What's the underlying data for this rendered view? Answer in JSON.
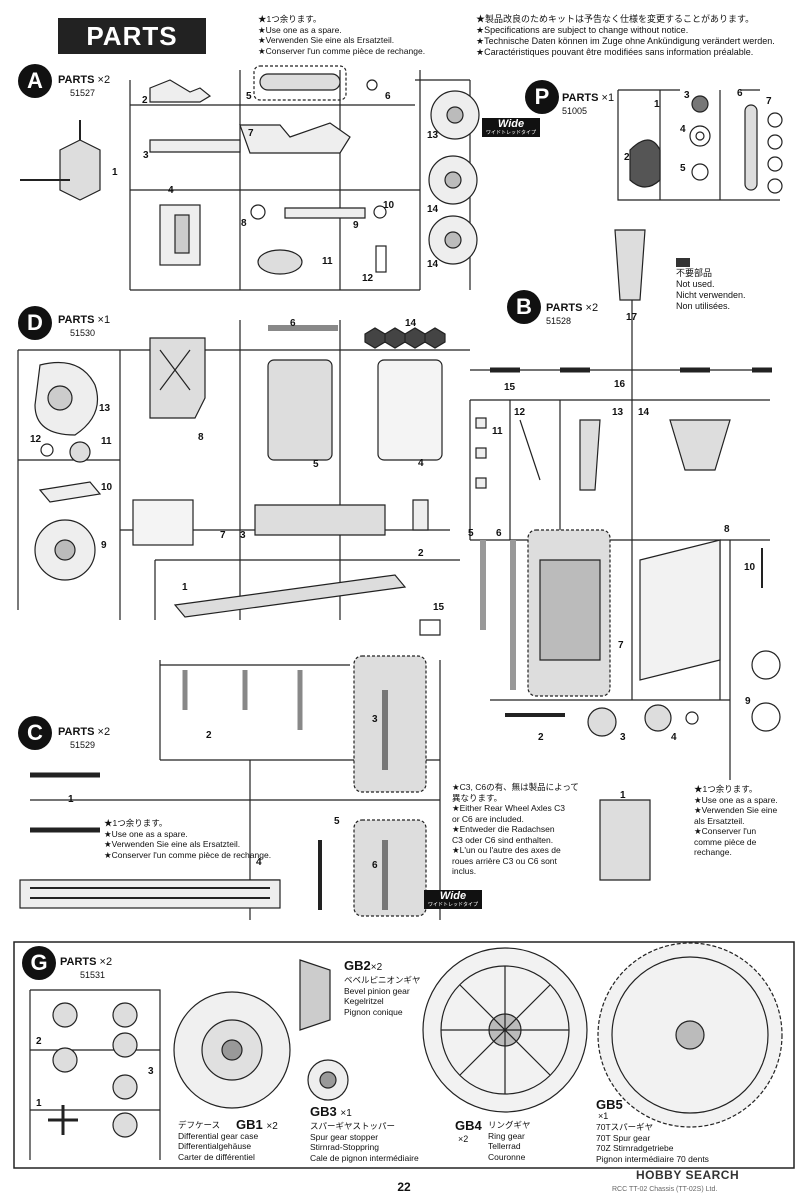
{
  "header": {
    "title": "PARTS",
    "spare_notes": [
      "★1つ余ります。",
      "★Use one as a spare.",
      "★Verwenden Sie eine als Ersatzteil.",
      "★Conserver l'un comme pièce de rechange."
    ],
    "spec_notes": [
      "★製品改良のためキットは予告なく仕様を変更することがあります。",
      "★Specifications are subject to change without notice.",
      "★Technische Daten können im Zuge ohne Ankündigung verändert werden.",
      "★Caractéristiques pouvant être modifiées sans information préalable."
    ]
  },
  "trees": {
    "A": {
      "letter": "A",
      "label": "PARTS",
      "mult": "×2",
      "code": "51527"
    },
    "P": {
      "letter": "P",
      "label": "PARTS",
      "mult": "×1",
      "code": "51005"
    },
    "D": {
      "letter": "D",
      "label": "PARTS",
      "mult": "×1",
      "code": "51530"
    },
    "B": {
      "letter": "B",
      "label": "PARTS",
      "mult": "×2",
      "code": "51528"
    },
    "C": {
      "letter": "C",
      "label": "PARTS",
      "mult": "×2",
      "code": "51529"
    },
    "G": {
      "letter": "G",
      "label": "PARTS",
      "mult": "×2",
      "code": "51531"
    }
  },
  "wide_badge": {
    "text": "Wide",
    "sub": "ワイドトレッドタイプ"
  },
  "not_used": [
    "不要部品",
    "Not used.",
    "Nicht verwenden.",
    "Non utilisées."
  ],
  "c_spare_notes": [
    "★1つ余ります。",
    "★Use one as a spare.",
    "★Verwenden Sie eine als Ersatzteil.",
    "★Conserver l'un comme pièce de rechange."
  ],
  "axle_notes": [
    "★C3, C6の有、無は製品によって",
    "異なります。",
    "★Either Rear Wheel Axles C3",
    "or C6 are included.",
    "★Entweder die Radachsen",
    "C3 oder C6 sind enthalten.",
    "★L'un ou l'autre des axes de",
    "roues arrière C3 ou C6 sont",
    "inclus."
  ],
  "b_spare_notes": [
    "★1つ余ります。",
    "★Use one as a spare.",
    "★Verwenden Sie eine",
    "als Ersatzteil.",
    "★Conserver l'un",
    "comme pièce de",
    "rechange."
  ],
  "gears": {
    "gb1": {
      "title": "GB1",
      "mult": "×2",
      "desc": [
        "デフケース",
        "Differential gear case",
        "Differentialgehäuse",
        "Carter de différentiel"
      ]
    },
    "gb2": {
      "title": "GB2",
      "mult": "×2",
      "desc": [
        "ベベルピニオンギヤ",
        "Bevel pinion gear",
        "Kegelritzel",
        "Pignon conique"
      ]
    },
    "gb3": {
      "title": "GB3",
      "mult": "×1",
      "desc": [
        "スパーギヤストッパー",
        "Spur gear stopper",
        "Stirnrad-Stoppring",
        "Cale de pignon intermédiaire"
      ]
    },
    "gb4": {
      "title": "GB4",
      "mult": "×2",
      "desc": [
        "リングギヤ",
        "Ring gear",
        "Tellerrad",
        "Couronne"
      ]
    },
    "gb5": {
      "title": "GB5",
      "mult": "×1",
      "desc": [
        "70Tスパーギヤ",
        "70T Spur gear",
        "70Z Stirnradgetriebe",
        "Pignon intermédiaire 70 dents"
      ]
    }
  },
  "numbers": {
    "a": [
      "1",
      "2",
      "3",
      "4",
      "5",
      "6",
      "7",
      "8",
      "9",
      "10",
      "11",
      "12",
      "13",
      "14",
      "14"
    ],
    "p": [
      "1",
      "2",
      "3",
      "4",
      "5",
      "6",
      "7"
    ],
    "d": [
      "1",
      "2",
      "3",
      "4",
      "5",
      "6",
      "7",
      "8",
      "9",
      "10",
      "11",
      "12",
      "13",
      "14",
      "15"
    ],
    "b": [
      "1",
      "2",
      "3",
      "4",
      "5",
      "6",
      "7",
      "8",
      "9",
      "10",
      "11",
      "12",
      "13",
      "14",
      "15",
      "16",
      "17"
    ],
    "c": [
      "1",
      "2",
      "3",
      "4",
      "5",
      "6"
    ]
  },
  "page_number": "22",
  "watermark": "HOBBY SEARCH",
  "watermark_sub": "RCC TT-02 Chassis (TT-02S) Ltd."
}
